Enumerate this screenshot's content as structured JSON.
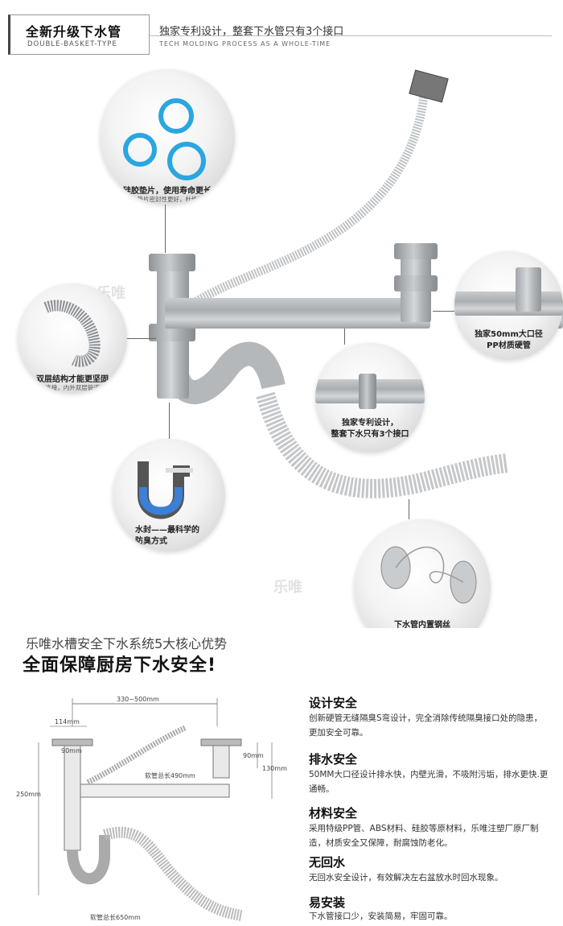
{
  "header": {
    "title": "全新升级下水管",
    "subtitle": "Double-basket-type",
    "desc": "独家专利设计，整套下水管只有3个接口",
    "desc_en": "Tech molding process as a whole-time"
  },
  "watermark": "乐唯",
  "callouts": {
    "gasket": {
      "title": "硅胶垫片，使用寿命更长",
      "sub": "硅胶垫片密封性更好，杜绝漏水"
    },
    "double": {
      "title": "双层结构才能更坚固",
      "sub": "自由连接，内外双层管道设计"
    },
    "big_pipe": {
      "title": "独家50mm大口径",
      "title2": "PP材质硬管"
    },
    "patent": {
      "title": "独家专利设计，",
      "title2": "整套下水只有3个接口"
    },
    "water_seal": {
      "title": "水封——最科学的",
      "title2": "防臭方式"
    },
    "steel_wire": {
      "title": "下水管内置钢丝"
    }
  },
  "section2": {
    "subtitle": "乐唯水槽安全下水系统5大核心优势",
    "title": "全面保障厨房下水安全!"
  },
  "diagram": {
    "width_range": "330~500mm",
    "basket_width": "114mm",
    "inner_width": "90mm",
    "height_90": "90mm",
    "height_130": "130mm",
    "height_250": "250mm",
    "hose_490": "软管总长490mm",
    "hose_650": "软管总长650mm"
  },
  "features": [
    {
      "title": "设计安全",
      "desc": "创新硬管无缝隔臭S弯设计，完全消除传统隔臭接口处的隐患，更加安全可靠。"
    },
    {
      "title": "排水安全",
      "desc": "50MM大口径设计排水快，内壁光滑，不吸附污垢，排水更快.更通畅。"
    },
    {
      "title": "材料安全",
      "desc": "采用特级PP管、ABS材料、硅胶等原材料，乐唯注塑厂原厂制造，材质安全又保障，耐腐蚀防老化。"
    },
    {
      "title": "无回水",
      "desc": "无回水安全设计，有效解决左右盆放水时回水现象。"
    },
    {
      "title": "易安装",
      "desc": "下水管接口少，安装简易，牢固可靠。"
    }
  ],
  "colors": {
    "ring_blue": "#2aa6e0",
    "water_blue": "#3b7fd6",
    "pipe_gray": "#b8bbbe"
  }
}
